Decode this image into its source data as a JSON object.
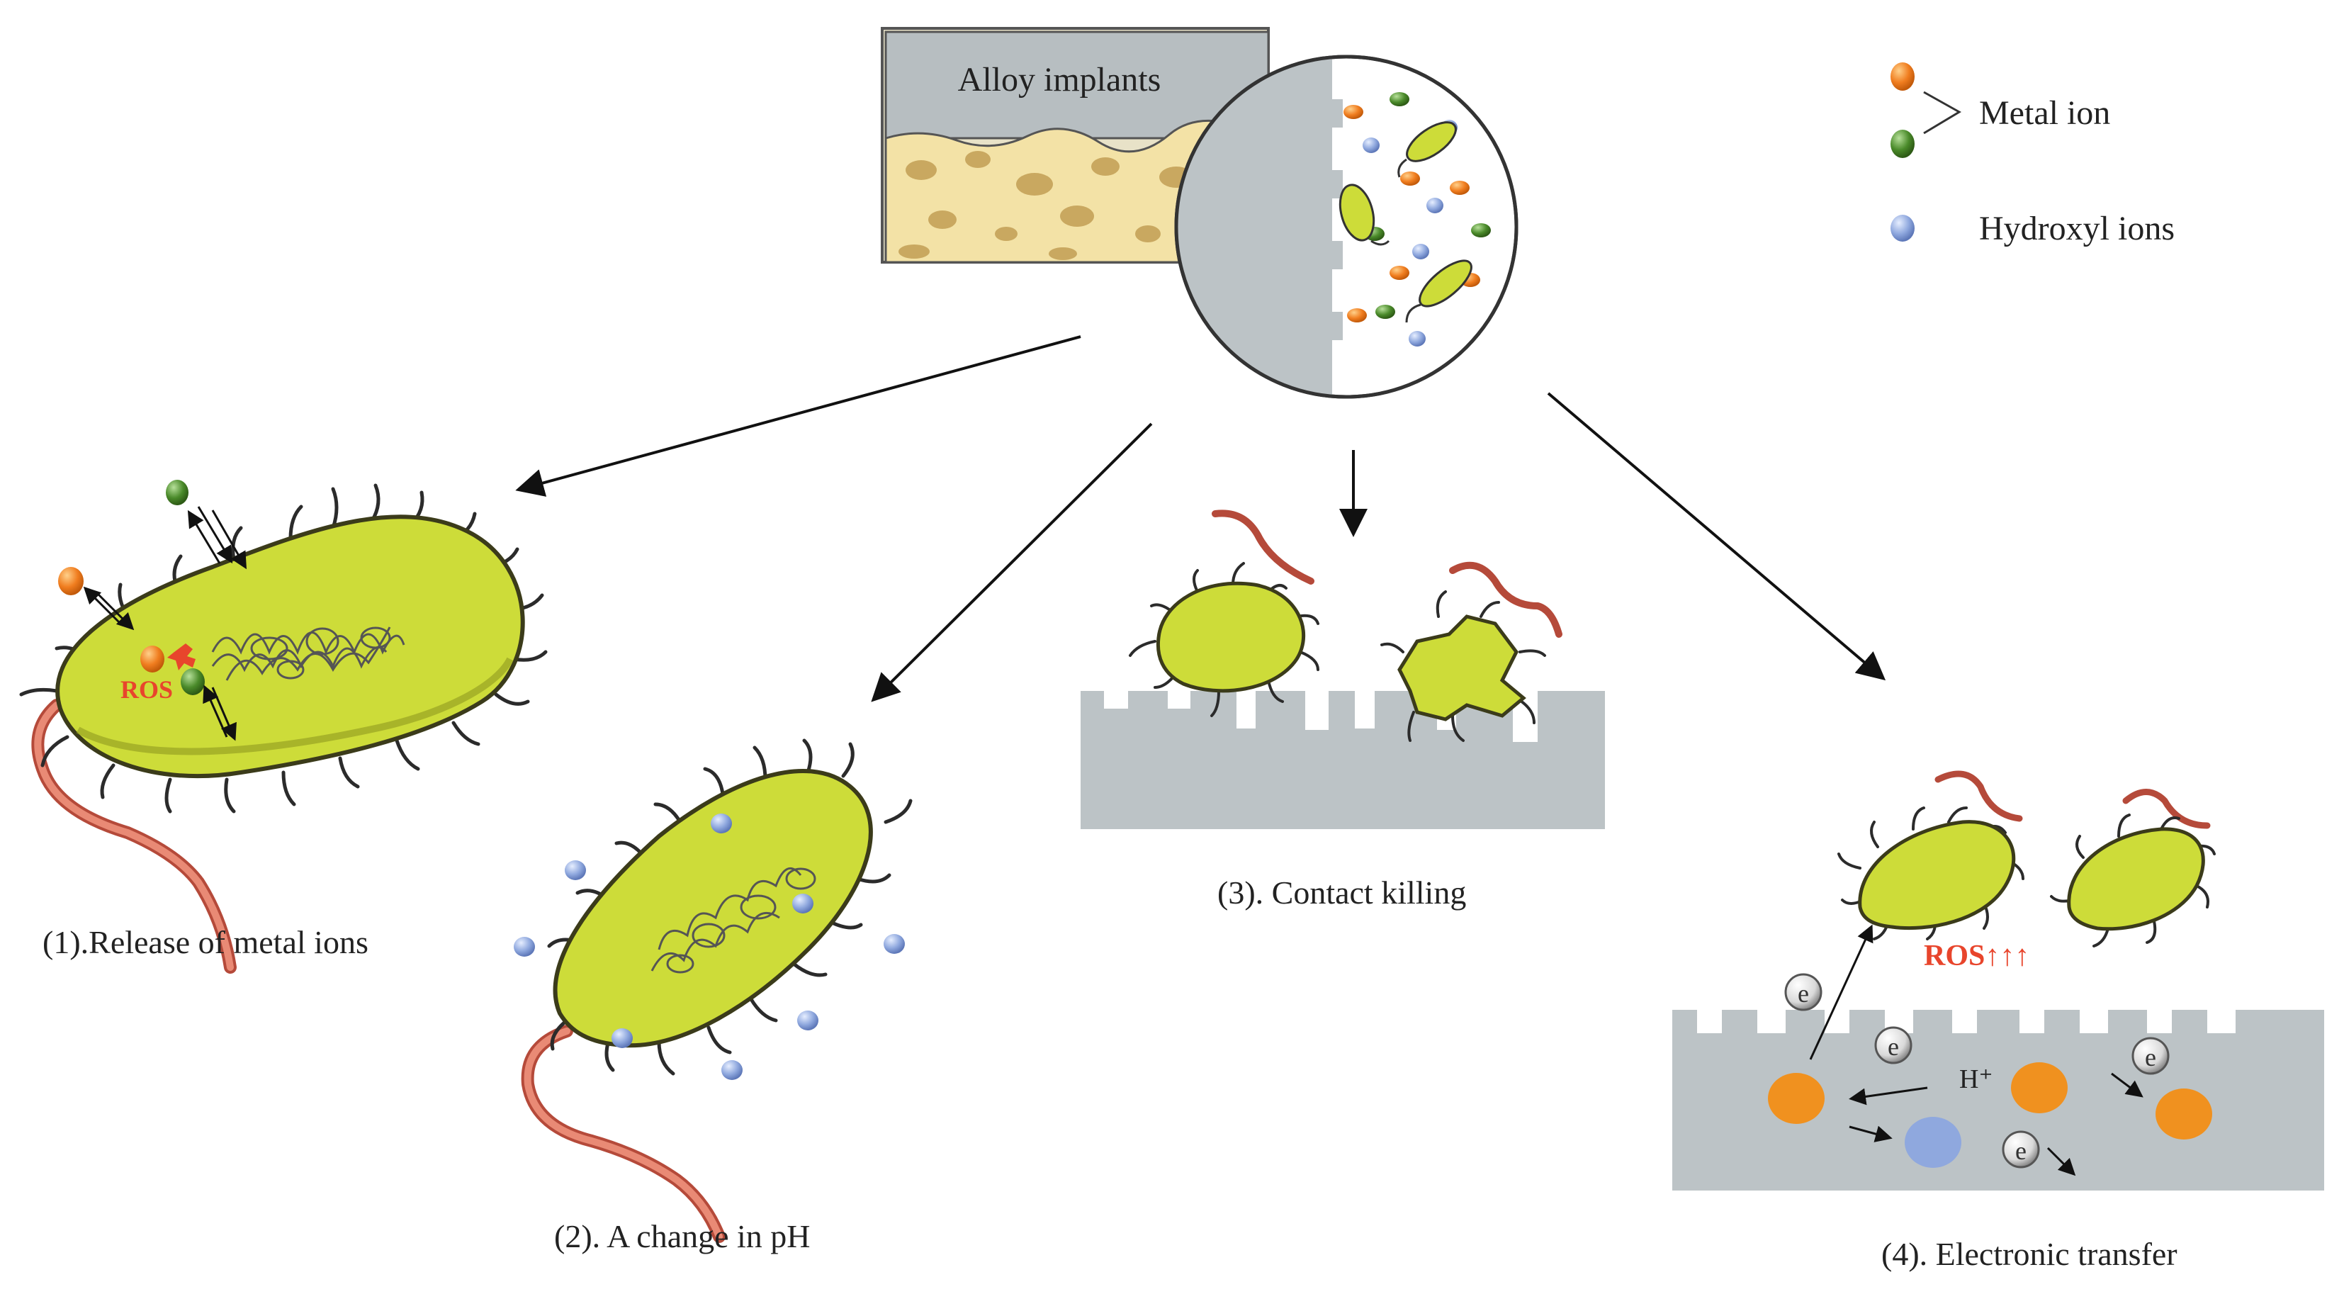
{
  "title_box": {
    "label": "Alloy implants"
  },
  "legend": {
    "metal_ion_label": "Metal ion",
    "hydroxyl_label": "Hydroxyl ions",
    "colors": {
      "metal_orange": "#f07d1f",
      "metal_green": "#4a8a2a",
      "hydroxyl_blue": "#8fa8de"
    }
  },
  "mechanisms": [
    {
      "caption": "(1).Release of metal ions",
      "ros": "ROS"
    },
    {
      "caption": "(2). A change in pH"
    },
    {
      "caption": "(3). Contact killing"
    },
    {
      "caption": "(4). Electronic transfer",
      "ros": "ROS↑↑↑",
      "electron": "e",
      "proton": "H⁺"
    }
  ],
  "colors": {
    "bacteria_fill": "#cddc39",
    "bacteria_stroke": "#4a4a1a",
    "implant_gray": "#bcc3c6",
    "flagellum": "#d9705a",
    "ros_red": "#e8452c",
    "bone": "#f3e2a6",
    "bone_pore": "#c9a860"
  }
}
